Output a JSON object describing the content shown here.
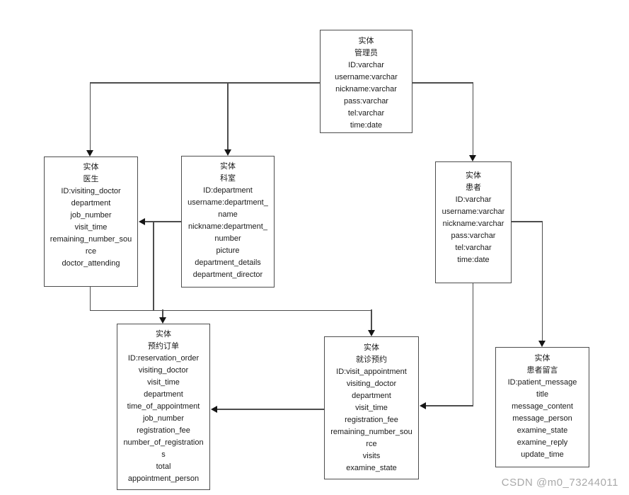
{
  "page": {
    "background": "#ffffff"
  },
  "diagram": {
    "type": "er-entity-diagram",
    "line_color": "#4d4d4d",
    "arrow_color": "#151515",
    "text_color": "#1a1a1a",
    "entities": {
      "admin": {
        "name": "管理员",
        "lines": [
          "实体",
          "管理员",
          "ID:varchar",
          "username:varchar",
          "nickname:varchar",
          "pass:varchar",
          "tel:varchar",
          "time:date"
        ]
      },
      "doctor": {
        "name": "医生",
        "lines": [
          "实体",
          "医生",
          "ID:visiting_doctor",
          "department",
          "job_number",
          "visit_time",
          "remaining_number_sou",
          "rce",
          "doctor_attending"
        ]
      },
      "department": {
        "name": "科室",
        "lines": [
          "实体",
          "科室",
          "ID:department",
          "username:department_",
          "name",
          "nickname:department_",
          "number",
          "picture",
          "department_details",
          "department_director"
        ]
      },
      "patient": {
        "name": "患者",
        "lines": [
          "实体",
          "患者",
          "ID:varchar",
          "username:varchar",
          "nickname:varchar",
          "pass:varchar",
          "tel:varchar",
          "time:date"
        ]
      },
      "reservation_order": {
        "name": "预约订单",
        "lines": [
          "实体",
          "预约订单",
          "ID:reservation_order",
          "visiting_doctor",
          "visit_time",
          "department",
          "time_of_appointment",
          "job_number",
          "registration_fee",
          "number_of_registration",
          "s",
          "total",
          "appointment_person"
        ]
      },
      "visit_appointment": {
        "name": "就诊预约",
        "lines": [
          "实体",
          "就诊预约",
          "ID:visit_appointment",
          "visiting_doctor",
          "department",
          "visit_time",
          "registration_fee",
          "remaining_number_sou",
          "rce",
          "visits",
          "examine_state"
        ]
      },
      "patient_message": {
        "name": "患者留言",
        "lines": [
          "实体",
          "患者留言",
          "ID:patient_message",
          "title",
          "message_content",
          "message_person",
          "examine_state",
          "examine_reply",
          "update_time"
        ]
      }
    }
  },
  "watermark": {
    "text": "CSDN @m0_73244011",
    "color": "#a9a9a9"
  }
}
